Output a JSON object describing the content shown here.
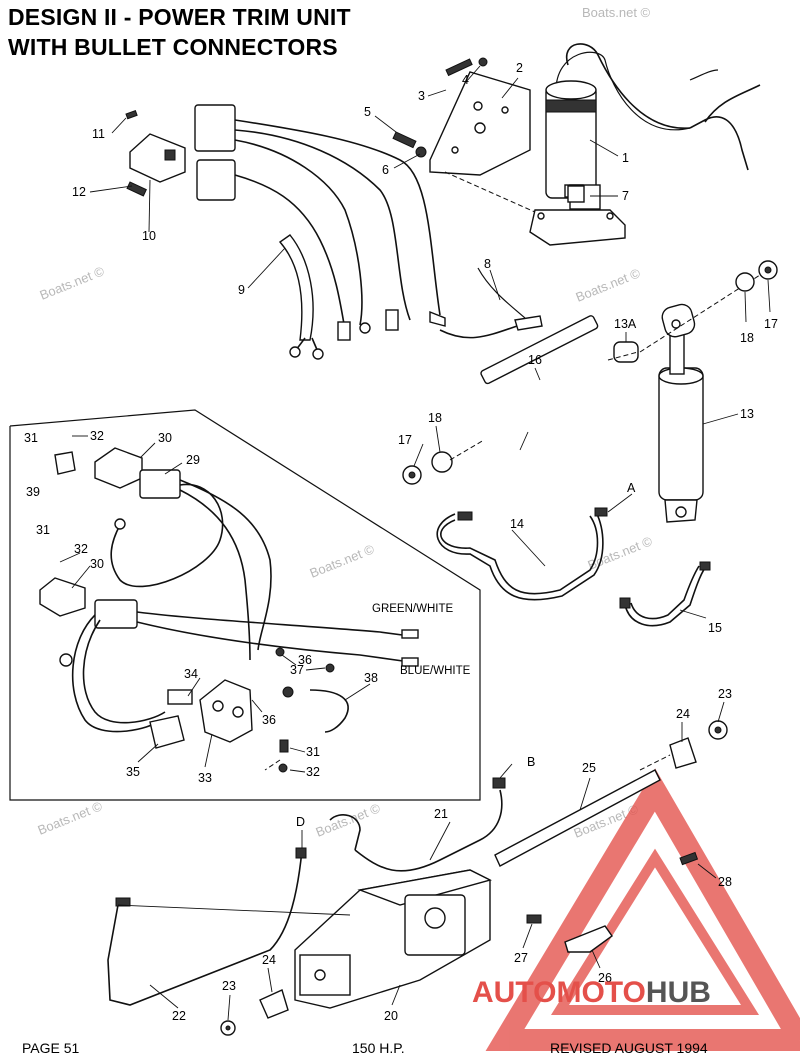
{
  "title": {
    "line1": "DESIGN II - POWER TRIM UNIT",
    "line2": "WITH BULLET CONNECTORS"
  },
  "footer": {
    "page": "PAGE 51",
    "hp": "150 H.P.",
    "revised": "REVISED AUGUST 1994"
  },
  "watermark": "Boats.net ©",
  "wire_labels": {
    "green_white": "GREEN/WHITE",
    "blue_white": "BLUE/WHITE"
  },
  "connection_letters": {
    "a": "A",
    "b": "B",
    "d": "D"
  },
  "logo": {
    "part1": "AUTOMOTO",
    "part2": "HUB",
    "color_primary": "#e4504a",
    "color_secondary": "#555555"
  },
  "callouts": {
    "c1": "1",
    "c2": "2",
    "c3": "3",
    "c4": "4",
    "c5": "5",
    "c6": "6",
    "c7": "7",
    "c8": "8",
    "c9": "9",
    "c10": "10",
    "c11": "11",
    "c12": "12",
    "c13": "13",
    "c13a": "13A",
    "c14": "14",
    "c15": "15",
    "c16": "16",
    "c17a": "17",
    "c17b": "17",
    "c18a": "18",
    "c18b": "18",
    "c20": "20",
    "c21": "21",
    "c22": "22",
    "c23a": "23",
    "c23b": "23",
    "c24a": "24",
    "c24b": "24",
    "c25": "25",
    "c26": "26",
    "c27": "27",
    "c28": "28",
    "c29": "29",
    "c30a": "30",
    "c30b": "30",
    "c31a": "31",
    "c31b": "31",
    "c31c": "31",
    "c32a": "32",
    "c32b": "32",
    "c32c": "32",
    "c33": "33",
    "c34": "34",
    "c35": "35",
    "c36a": "36",
    "c36b": "36",
    "c37": "37",
    "c38": "38",
    "c39": "39"
  }
}
